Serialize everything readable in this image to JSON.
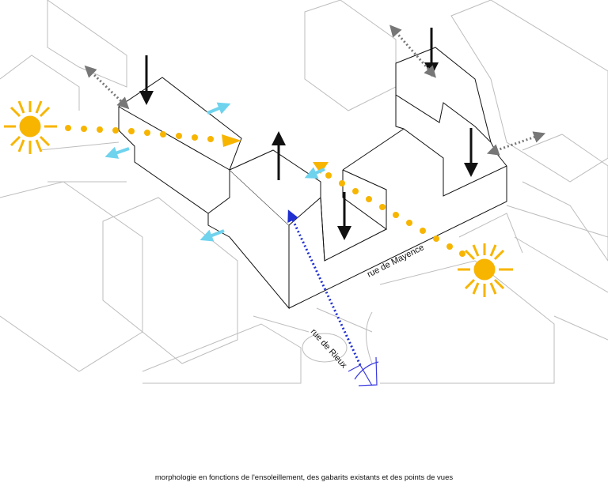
{
  "caption": "morphologie en fonctions de l'ensoleillement, des gabarits existants et des points de vues",
  "streets": {
    "mayence": "rue de Mayence",
    "rieux": "rue de Rieux"
  },
  "colors": {
    "sun": "#f7b500",
    "view_axis": "#1f2fd0",
    "ventilation": "#6fd3ee",
    "existing_gabarit": "#7a7a7a",
    "building_line": "#111111"
  },
  "icons": [
    "sun-icon-west",
    "sun-icon-east",
    "eye-viewpoint-icon",
    "down-arrow-icon",
    "up-arrow-icon",
    "double-arrow-icon",
    "cyan-arrow-icon"
  ]
}
